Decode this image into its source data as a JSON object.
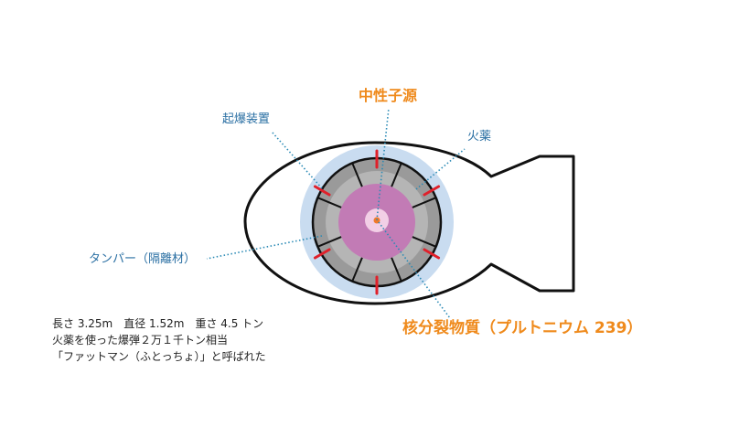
{
  "labels": {
    "neutron_source": "中性子源",
    "detonator": "起爆装置",
    "explosive": "火薬",
    "tamper": "タンパー（隔離材）",
    "fissile": "核分裂物質（プルトニウム 239）"
  },
  "specs": [
    "長さ 3.25m　直径 1.52m　重さ 4.5 トン",
    "火薬を使った爆弾２万１千トン相当",
    "「ファットマン（ふとっちょ）」と呼ばれた"
  ],
  "colors": {
    "outline": "#111111",
    "outer_glow": "#c9dcf0",
    "explosive_ring": "#9a9a9a",
    "explosive_inner": "#b5b5b5",
    "fissile": "#c27bb5",
    "core_light": "#f2cfe6",
    "neutron_dot": "#f07a2a",
    "detonator_marks": "#e0202a",
    "leader_lines": "#2a8ab5",
    "label_blue": "#2a6fa3",
    "label_orange": "#ef8a1c"
  }
}
